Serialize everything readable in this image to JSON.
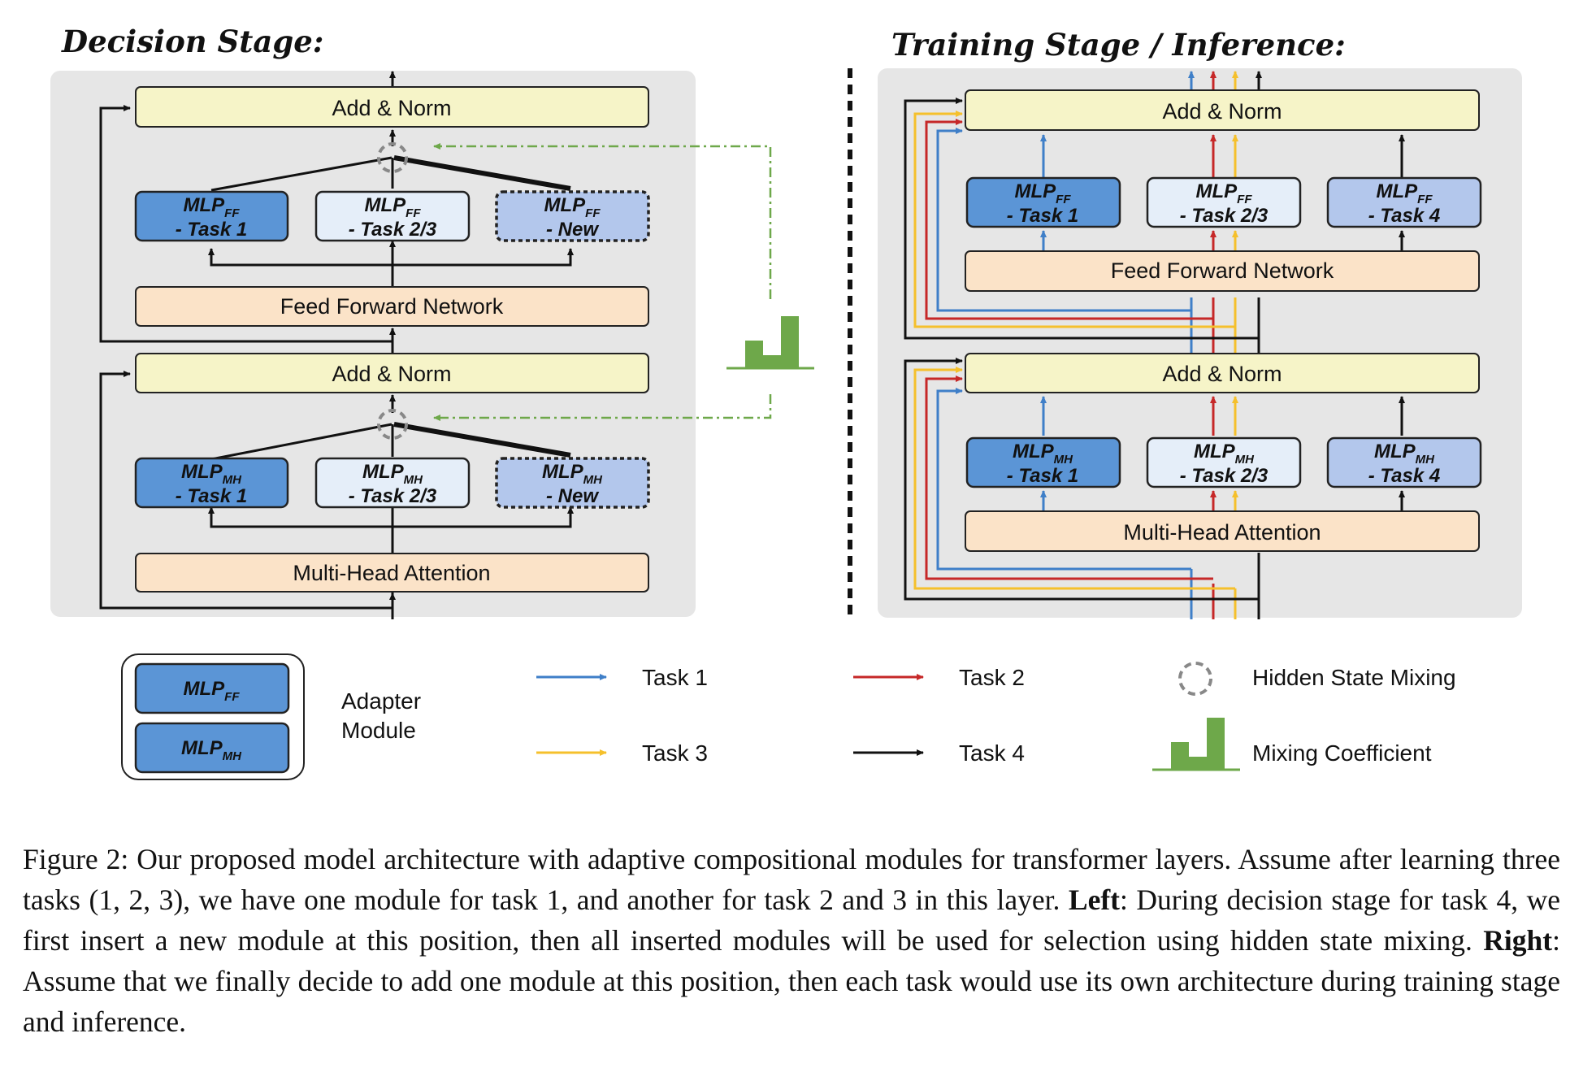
{
  "headings": {
    "left": "Decision Stage:",
    "right": "Training Stage / Inference:"
  },
  "blocks": {
    "add_norm": "Add & Norm",
    "ffn": "Feed Forward Network",
    "mha": "Multi-Head Attention"
  },
  "mlp": {
    "base": "MLP",
    "ff_sub": "FF",
    "mh_sub": "MH",
    "task1": "- Task 1",
    "task23": "- Task 2/3",
    "task4": "- Task 4",
    "new": "- New"
  },
  "legend": {
    "adapter_line1": "Adapter",
    "adapter_line2": "Module",
    "task1": "Task 1",
    "task2": "Task 2",
    "task3": "Task 3",
    "task4": "Task 4",
    "hidden_state_mixing": "Hidden State Mixing",
    "mixing_coefficient": "Mixing Coefficient"
  },
  "colors": {
    "task1": "#3f7fc8",
    "task2": "#c62828",
    "task3": "#f5c02c",
    "task4": "#111111",
    "panel": "#e6e6e6",
    "add_norm_fill": "#f6f4c8",
    "ffn_fill": "#fbe3c8",
    "mlp_dark": "#5b95d6",
    "mlp_light": "#e5eef9",
    "mlp_new": "#b3c7ec",
    "mixing_green": "#6ea84a"
  },
  "caption": {
    "fig": "Figure 2: Our proposed model architecture with adaptive compositional modules for transformer layers. Assume after learning three tasks (1, 2, 3), we have one module for task 1, and another for task 2 and 3 in this layer. ",
    "left_bold": "Left",
    "left_text": ": During decision stage for task 4, we first insert a new module at this position, then all inserted modules will be used for selection using hidden state mixing. ",
    "right_bold": "Right",
    "right_text": ": Assume that we finally decide to add one module at this position, then each task would use its own architecture during training stage and inference."
  }
}
